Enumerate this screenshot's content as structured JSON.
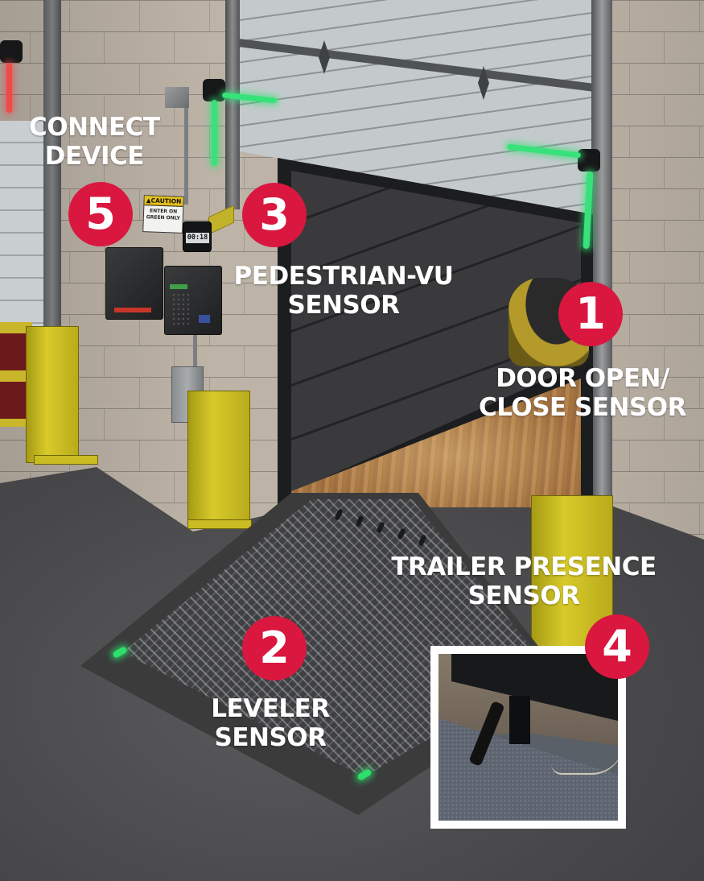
{
  "scene": {
    "subject": "Loading dock communication and safety system",
    "colors": {
      "badge": "#d9173f",
      "label_text": "#ffffff",
      "light_green": "#37e27a",
      "light_red": "#ee4a4a",
      "bollard_yellow": "#d8ca2a"
    }
  },
  "callouts": [
    {
      "number": "1",
      "line1": "DOOR OPEN/",
      "line2": "CLOSE SENSOR"
    },
    {
      "number": "2",
      "line1": "LEVELER",
      "line2": "SENSOR"
    },
    {
      "number": "3",
      "line1": "PEDESTRIAN-VU",
      "line2": "SENSOR"
    },
    {
      "number": "4",
      "line1": "TRAILER PRESENCE",
      "line2": "SENSOR"
    },
    {
      "number": "5",
      "line1": "CONNECT",
      "line2": "DEVICE"
    }
  ],
  "signage": {
    "caution_header": "▲CAUTION",
    "caution_line1": "ENTER ON",
    "caution_line2": "GREEN ONLY"
  },
  "timer": {
    "display": "00:18"
  },
  "lights": {
    "left_door_indicator": "red",
    "main_door_left_indicator": "green",
    "main_door_right_indicator": "green",
    "leveler_leds": "green"
  }
}
